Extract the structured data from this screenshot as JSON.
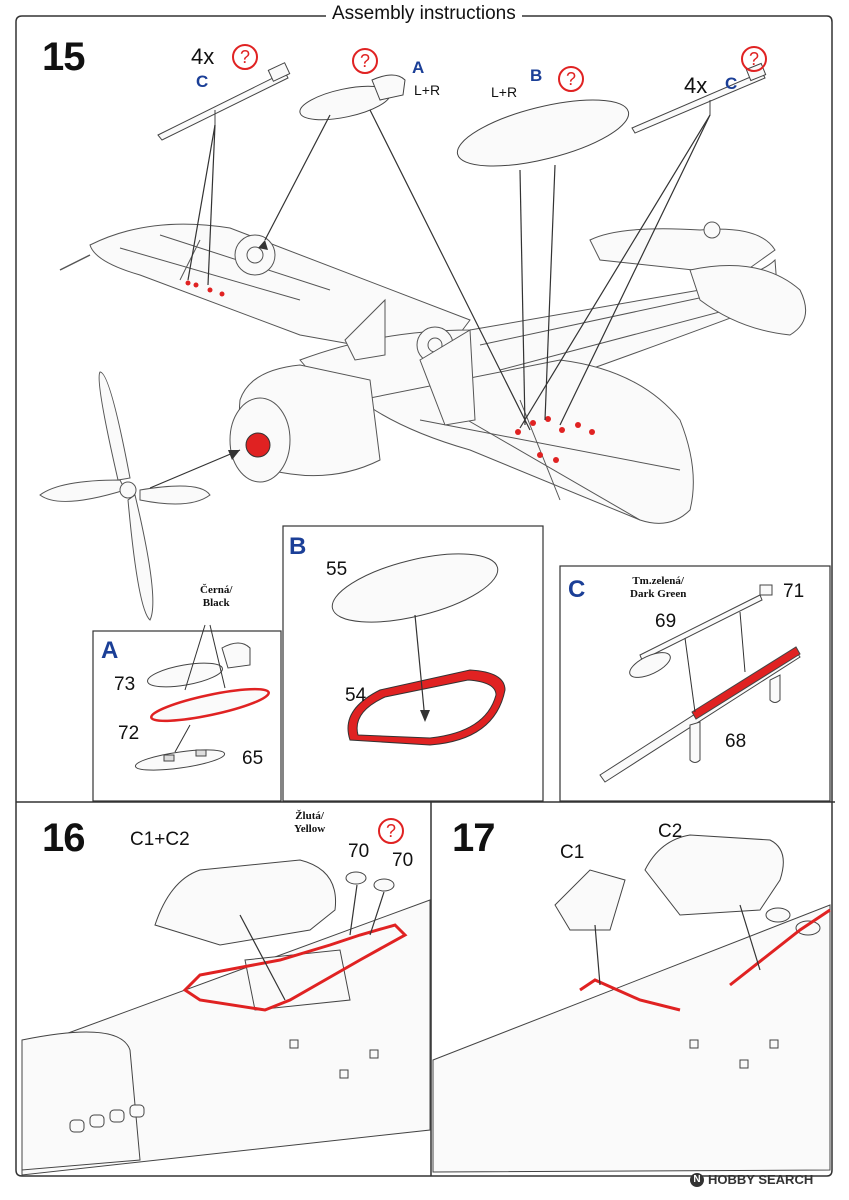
{
  "header": {
    "title": "Assembly instructions"
  },
  "steps": [
    {
      "number": "15"
    },
    {
      "number": "16",
      "label": "C1+C2",
      "paint_note": [
        "Žlutá/",
        "Yellow"
      ],
      "parts": [
        "70",
        "70"
      ]
    },
    {
      "number": "17",
      "labels": [
        "C1",
        "C2"
      ]
    }
  ],
  "callouts": {
    "guns_left": {
      "qty": "4x",
      "ref": "C"
    },
    "guns_right": {
      "qty": "4x",
      "ref": "C"
    },
    "wheel_a": {
      "ref": "A",
      "side": "L+R"
    },
    "cover_b": {
      "ref": "B",
      "side": "L+R"
    },
    "question_mark": "?"
  },
  "insets": {
    "A": {
      "letter": "A",
      "paint_note": [
        "Černá/",
        "Black"
      ],
      "parts": [
        "73",
        "72",
        "65"
      ]
    },
    "B": {
      "letter": "B",
      "parts": [
        "55",
        "54"
      ]
    },
    "C": {
      "letter": "C",
      "paint_note": [
        "Tm.zelená/",
        "Dark Green"
      ],
      "parts": [
        "71",
        "69",
        "68"
      ]
    }
  },
  "watermark": {
    "text": "HOBBY SEARCH",
    "icon": "hobbysearch-logo-icon"
  },
  "colors": {
    "accent_red": "#e02222",
    "label_blue": "#1b3f97",
    "line": "#333333"
  }
}
